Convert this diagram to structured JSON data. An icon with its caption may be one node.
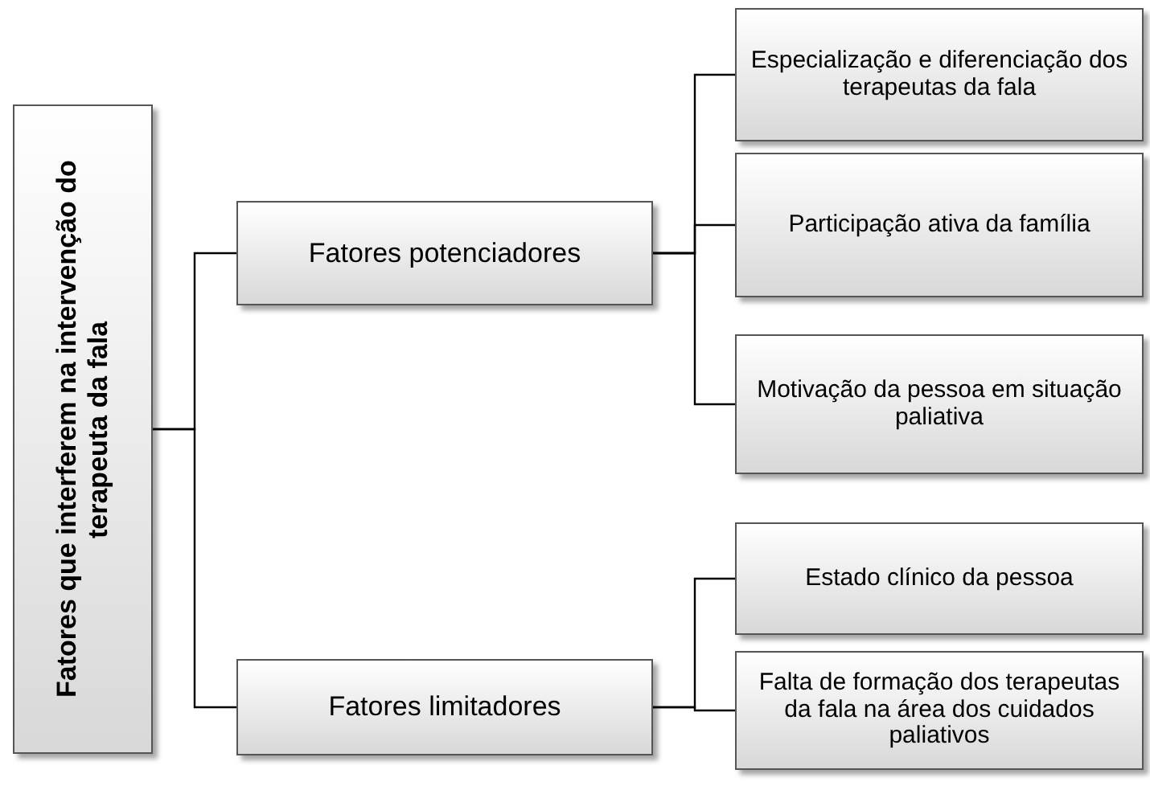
{
  "diagram": {
    "nodes": [
      {
        "text": [
          "Fatores que interferem na intervenção do terapeuta da fala"
        ]
      },
      {
        "text": [
          "Fatores potenciadores"
        ]
      },
      {
        "text": [
          "Fatores limitadores"
        ]
      },
      {
        "text": [
          "Especialização e diferenciação dos terapeutas da fala"
        ]
      },
      {
        "text": [
          "Participação ativa da família"
        ]
      },
      {
        "text": [
          "Motivação da pessoa em situação paliativa"
        ]
      },
      {
        "text": [
          "Estado clínico da pessoa"
        ]
      },
      {
        "text": [
          "Falta de formação dos terapeutas da fala na área dos cuidados paliativos"
        ]
      }
    ],
    "edges": [
      {
        "from": 0,
        "to": 1,
        "arrow": "none"
      },
      {
        "from": 0,
        "to": 2,
        "arrow": "none"
      },
      {
        "from": 1,
        "to": 3,
        "arrow": "none"
      },
      {
        "from": 1,
        "to": 4,
        "arrow": "none"
      },
      {
        "from": 1,
        "to": 5,
        "arrow": "none"
      },
      {
        "from": 2,
        "to": 6,
        "arrow": "none"
      },
      {
        "from": 2,
        "to": 7,
        "arrow": "none"
      }
    ]
  }
}
